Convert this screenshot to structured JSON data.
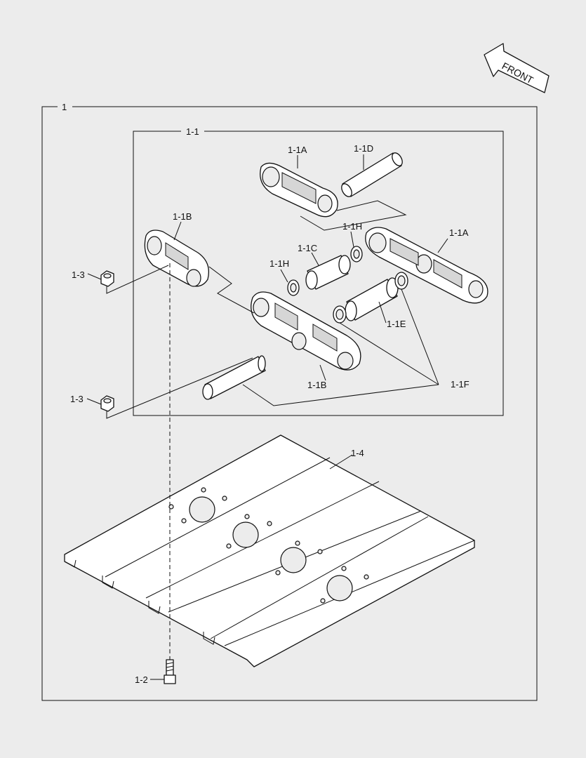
{
  "direction_arrow": {
    "label": "FRONT"
  },
  "assembly": {
    "label": "1",
    "subassembly": {
      "label": "1-1"
    }
  },
  "callouts": {
    "link_a_top": "1-1A",
    "link_a_right": "1-1A",
    "link_b_left": "1-1B",
    "link_b_bottom": "1-1B",
    "pin_top": "1-1D",
    "seal_h_upper": "1-1H",
    "seal_h_lower": "1-1H",
    "bushing_c": "1-1C",
    "bushing_e": "1-1E",
    "seal_f": "1-1F",
    "nut_upper": "1-3",
    "nut_lower": "1-3",
    "shoe": "1-4",
    "bolt": "1-2"
  }
}
